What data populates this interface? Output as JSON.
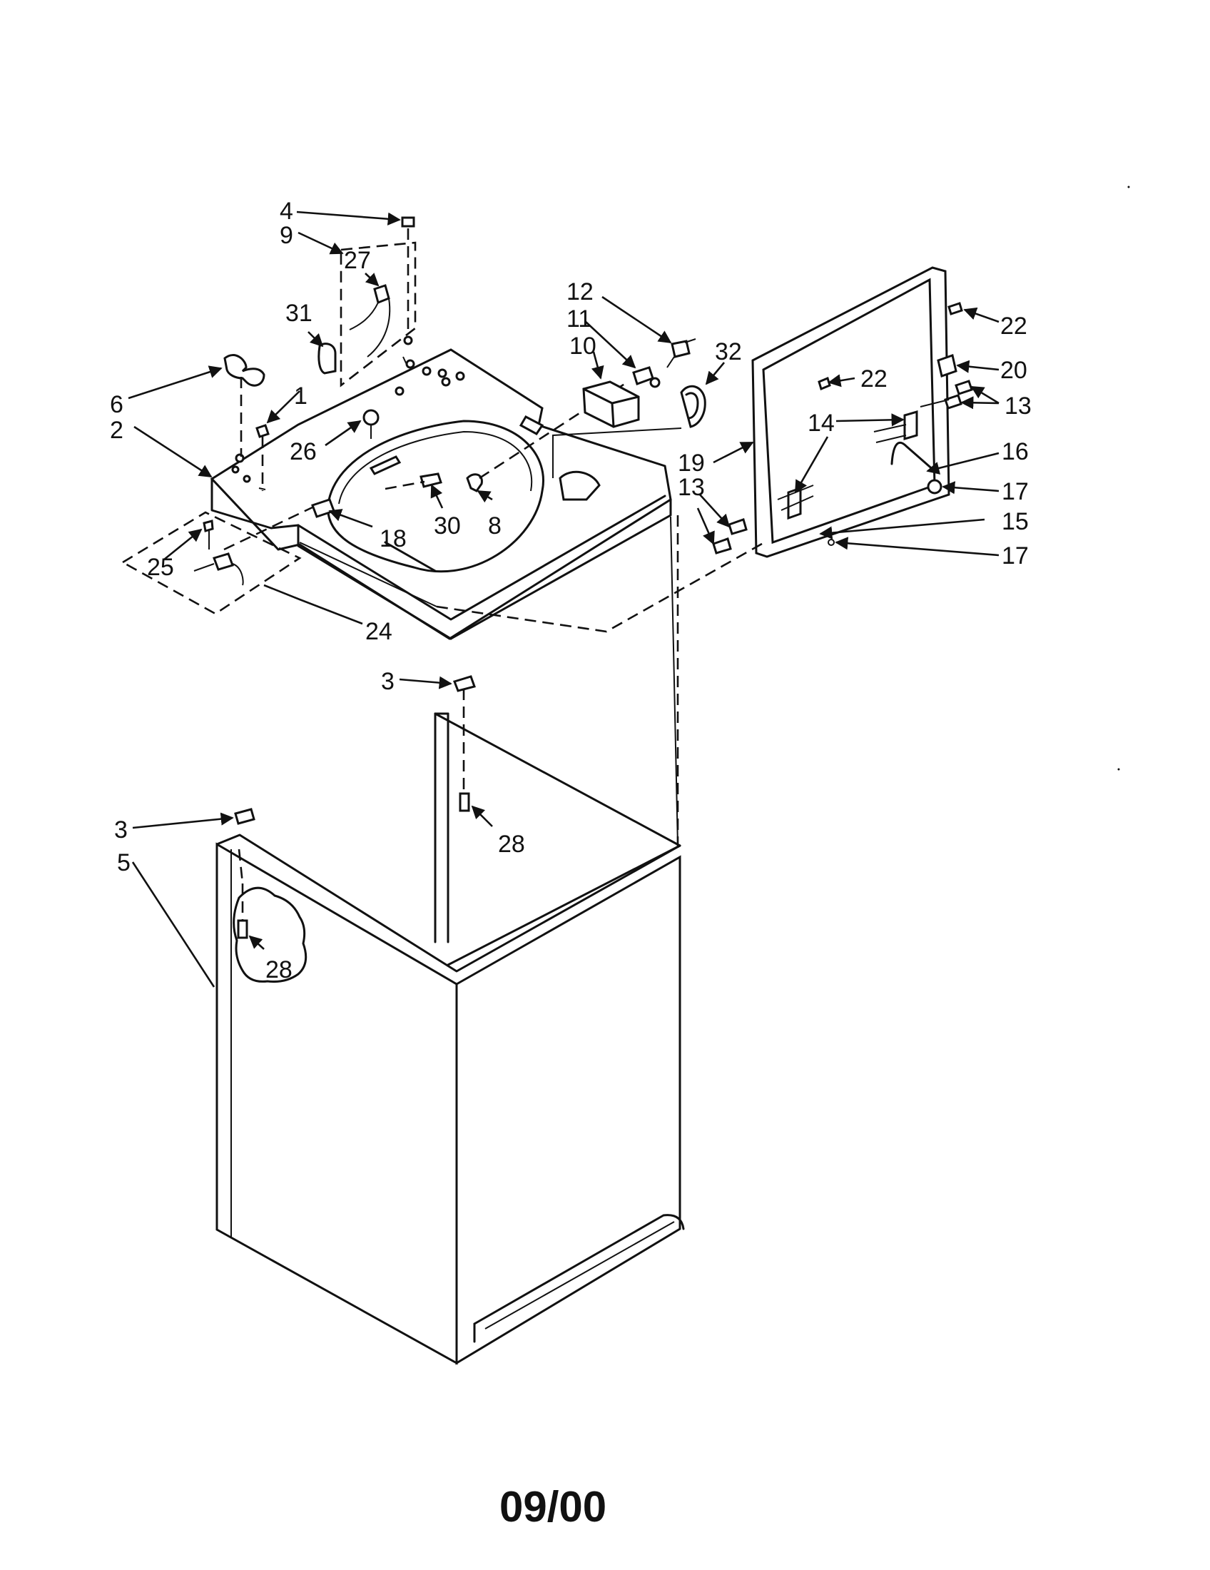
{
  "callouts": {
    "c1": "1",
    "c2": "2",
    "c3a": "3",
    "c3b": "3",
    "c4": "4",
    "c5": "5",
    "c6": "6",
    "c8": "8",
    "c9": "9",
    "c10": "10",
    "c11": "11",
    "c12": "12",
    "c13a": "13",
    "c13b": "13",
    "c14": "14",
    "c15": "15",
    "c16": "16",
    "c17a": "17",
    "c17b": "17",
    "c18": "18",
    "c19": "19",
    "c20": "20",
    "c22a": "22",
    "c22b": "22",
    "c24": "24",
    "c25": "25",
    "c26": "26",
    "c27": "27",
    "c28a": "28",
    "c28b": "28",
    "c30": "30",
    "c31": "31",
    "c32": "32"
  },
  "footer": {
    "date_code": "09/00"
  }
}
